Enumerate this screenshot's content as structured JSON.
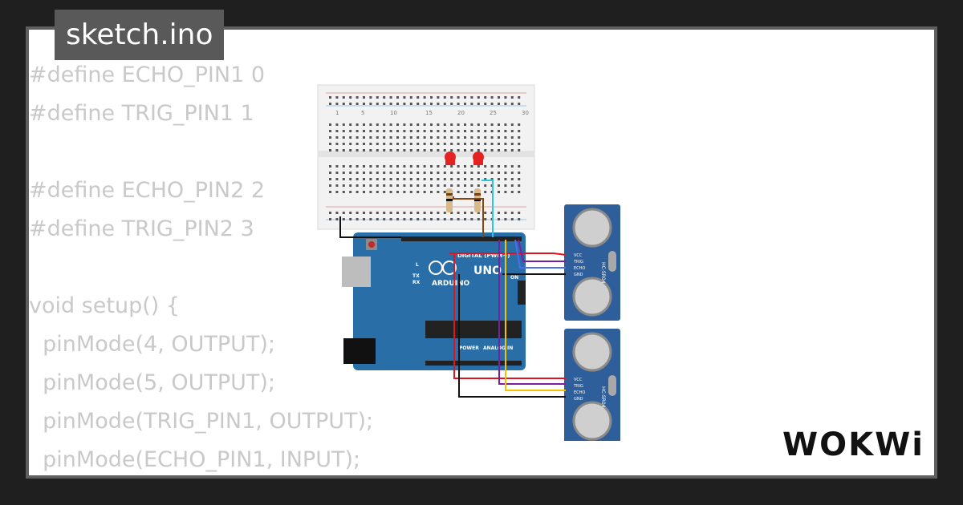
{
  "file": {
    "name": "sketch.ino"
  },
  "code_lines": [
    "#define ECHO_PIN1 0",
    "#define TRIG_PIN1 1",
    "",
    "#define ECHO_PIN2 2",
    "#define TRIG_PIN2 3",
    "",
    "void setup() {",
    "  pinMode(4, OUTPUT);",
    "  pinMode(5, OUTPUT);",
    "  pinMode(TRIG_PIN1, OUTPUT);",
    "  pinMode(ECHO_PIN1, INPUT);"
  ],
  "board": {
    "brand": "ARDUINO",
    "model": "UNO",
    "digital_label": "DIGITAL (PWM~)",
    "power_label": "POWER",
    "analog_label": "ANALOG IN",
    "on_label": "ON",
    "tx_label": "TX",
    "rx_label": "RX",
    "l_label": "L"
  },
  "sensors": [
    {
      "model": "HC-SR04",
      "pins": [
        "VCC",
        "TRIG",
        "ECHO",
        "GND"
      ]
    },
    {
      "model": "HC-SR04",
      "pins": [
        "VCC",
        "TRIG",
        "ECHO",
        "GND"
      ]
    }
  ],
  "breadboard": {
    "column_labels": [
      "1",
      "5",
      "10",
      "15",
      "20",
      "25",
      "30"
    ]
  },
  "brand": {
    "logo_text": "WOKWi"
  },
  "colors": {
    "board_blue": "#2a6ea8",
    "wire_red": "#e0141e",
    "wire_black": "#111111",
    "wire_purple": "#7b1fa2",
    "wire_yellow": "#f3c300",
    "wire_cyan": "#28c7e0",
    "wire_brown": "#8b4513",
    "led_red": "#e52222",
    "sensor_blue": "#2f5f9a"
  }
}
